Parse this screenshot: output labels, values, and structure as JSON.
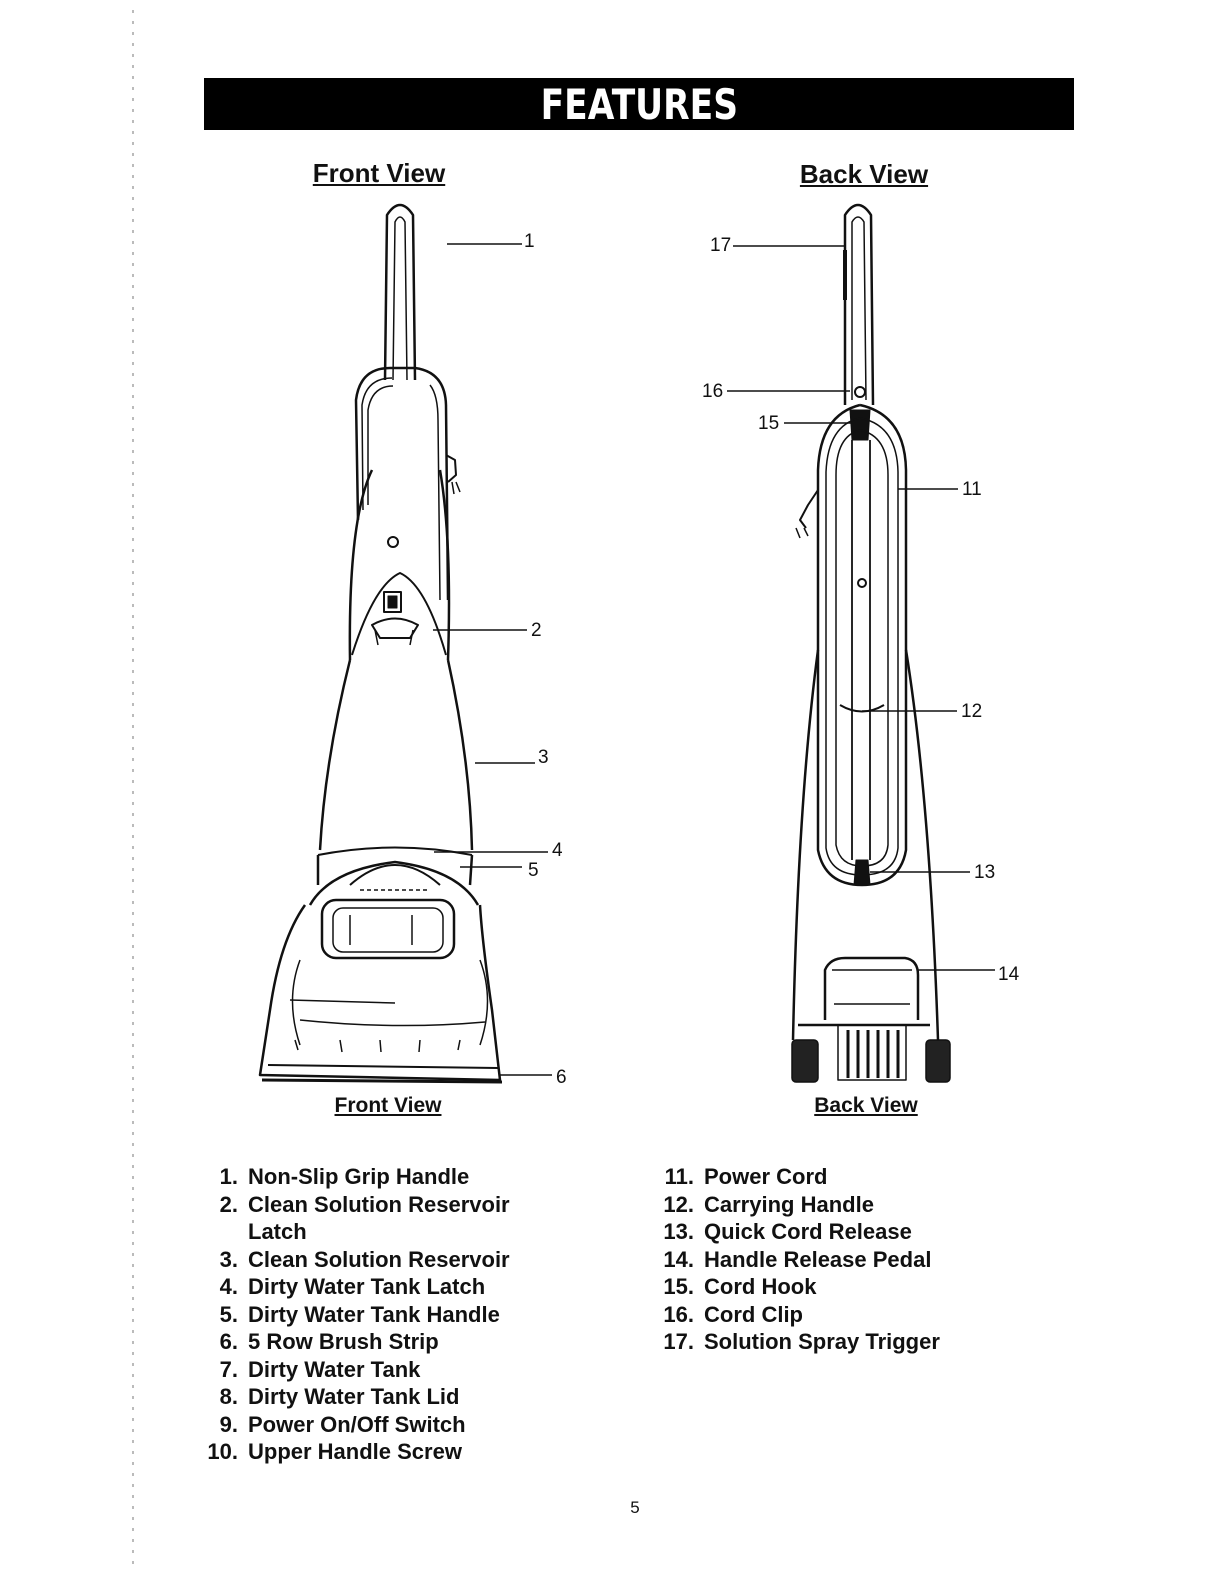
{
  "banner_title": "FEATURES",
  "front": {
    "title": "Front View",
    "caption": "Front View",
    "callouts": [
      "1",
      "2",
      "3",
      "4",
      "5",
      "6"
    ]
  },
  "back": {
    "title": "Back View",
    "caption": "Back View",
    "callouts": [
      "11",
      "12",
      "13",
      "14",
      "15",
      "16",
      "17"
    ]
  },
  "left_list": [
    {
      "num": "1.",
      "text": "Non-Slip Grip Handle"
    },
    {
      "num": "2.",
      "text": "Clean Solution Reservoir"
    },
    {
      "num": "",
      "text": "Latch"
    },
    {
      "num": "3.",
      "text": "Clean Solution Reservoir"
    },
    {
      "num": "4.",
      "text": "Dirty Water Tank Latch"
    },
    {
      "num": "5.",
      "text": "Dirty Water Tank Handle"
    },
    {
      "num": "6.",
      "text": "5 Row Brush Strip"
    },
    {
      "num": "7.",
      "text": "Dirty Water Tank"
    },
    {
      "num": "8.",
      "text": "Dirty Water Tank Lid"
    },
    {
      "num": "9.",
      "text": "Power On/Off Switch"
    },
    {
      "num": "10.",
      "text": "Upper Handle Screw"
    }
  ],
  "right_list": [
    {
      "num": "11.",
      "text": "Power Cord"
    },
    {
      "num": "12.",
      "text": "Carrying Handle"
    },
    {
      "num": "13.",
      "text": "Quick Cord Release"
    },
    {
      "num": "14.",
      "text": "Handle Release Pedal"
    },
    {
      "num": "15.",
      "text": "Cord Hook"
    },
    {
      "num": "16.",
      "text": "Cord Clip"
    },
    {
      "num": "17.",
      "text": "Solution Spray Trigger"
    }
  ],
  "page_number": "5"
}
